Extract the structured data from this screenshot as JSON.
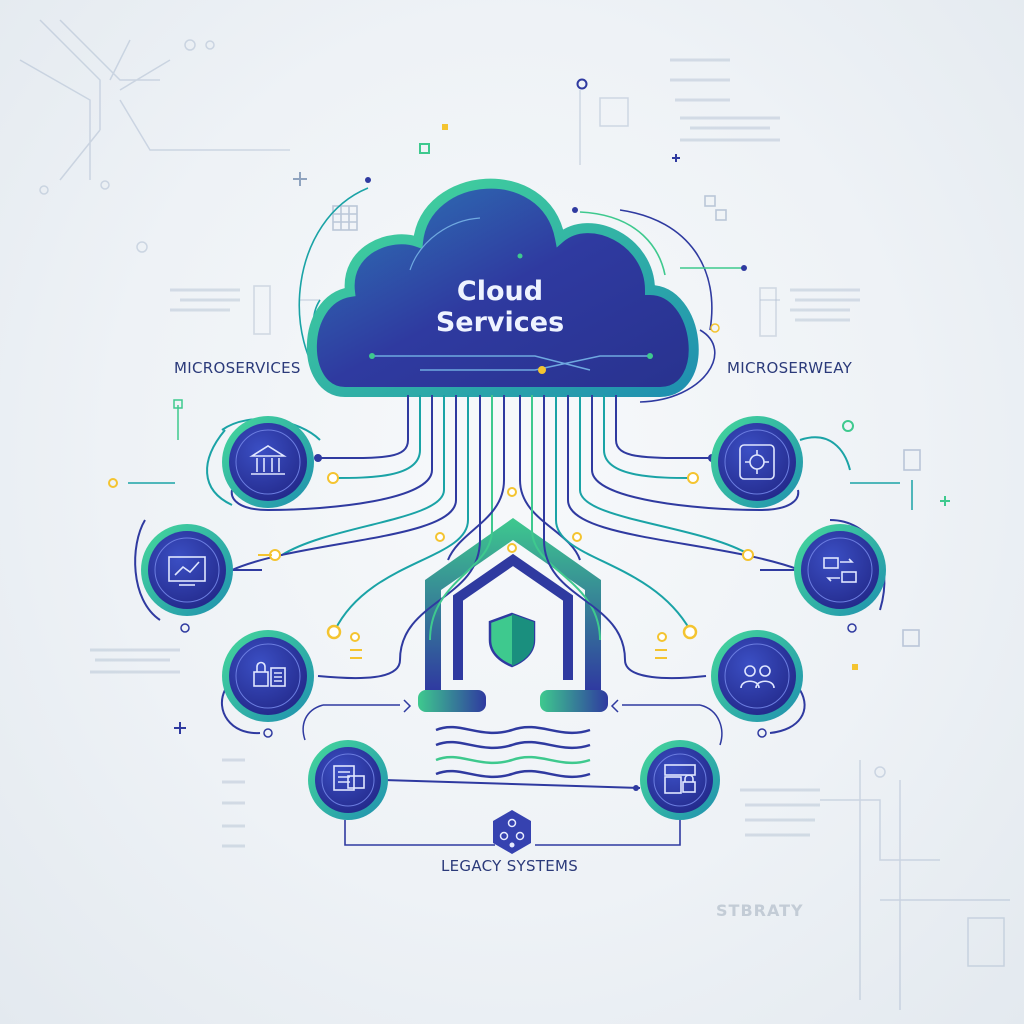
{
  "diagram": {
    "center": {
      "line1": "Cloud",
      "line2": "Services"
    },
    "labels": {
      "left": "MICROSERVICES",
      "right": "MICROSERWEAY",
      "bottom": "LEGACY SYSTEMS",
      "corner": "STBRATY"
    },
    "nodes": [
      {
        "icon": "bank-icon"
      },
      {
        "icon": "dashboard-monitor-icon"
      },
      {
        "icon": "lock-user-icon"
      },
      {
        "icon": "document-form-icon"
      },
      {
        "icon": "network-gear-icon"
      },
      {
        "icon": "transfer-icon"
      },
      {
        "icon": "users-icon"
      },
      {
        "icon": "server-lock-icon"
      }
    ],
    "colors": {
      "primary": "#2f3aa0",
      "accent": "#3ec98e",
      "teal": "#1aa3a6",
      "yellow": "#f4c430",
      "background": "#eef2f6"
    }
  }
}
